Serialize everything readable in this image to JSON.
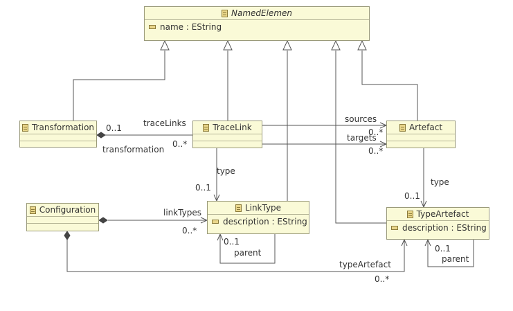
{
  "classes": {
    "named_element": {
      "name": "NamedElemen",
      "attr": "name : EString"
    },
    "transformation": {
      "name": "Transformation"
    },
    "trace_link": {
      "name": "TraceLink"
    },
    "artefact": {
      "name": "Artefact"
    },
    "configuration": {
      "name": "Configuration"
    },
    "link_type": {
      "name": "LinkType",
      "attr": "description : EString"
    },
    "type_artefact": {
      "name": "TypeArtefact",
      "attr": "description : EString"
    }
  },
  "labels": {
    "trace_links": "traceLinks",
    "trace_links_mult": "0..1",
    "transformation": "transformation",
    "transformation_mult": "0..*",
    "sources": "sources",
    "sources_mult": "0..*",
    "targets": "targets",
    "targets_mult": "0..*",
    "tl_type": "type",
    "tl_type_mult": "0..1",
    "art_type": "type",
    "art_type_mult": "0..1",
    "link_types": "linkTypes",
    "link_types_mult": "0..*",
    "lt_parent": "parent",
    "lt_parent_mult": "0..1",
    "ta_parent": "parent",
    "ta_parent_mult": "0..1",
    "type_artefact_ref": "typeArtefact",
    "type_artefact_ref_mult": "0..*"
  }
}
